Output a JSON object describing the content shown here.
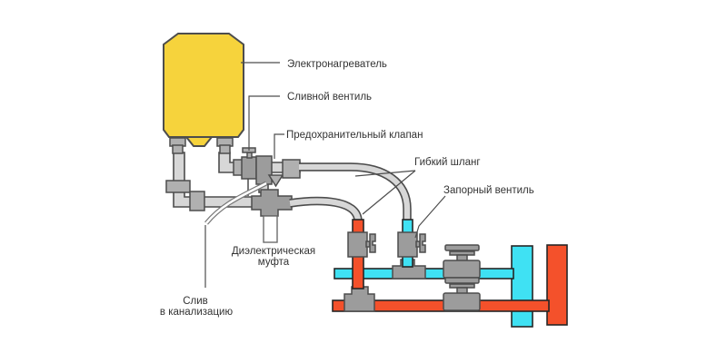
{
  "diagram": {
    "title_labels": {
      "heater": "Электронагреватель",
      "drain_valve": "Сливной вентиль",
      "safety_valve": "Предохранительный клапан",
      "flexible_hose": "Гибкий шланг",
      "shutoff_valve": "Запорный вентиль",
      "dielectric_coupling_line1": "Диэлектрическая",
      "dielectric_coupling_line2": "муфта",
      "sewer_drain_line1": "Слив",
      "sewer_drain_line2": "в канализацию"
    },
    "colors": {
      "tank_yellow": "#F6D33C",
      "hot_pipe_red": "#F4512B",
      "cold_pipe_cyan": "#3FE1F3",
      "metal_pipe_gray": "#D7D7D7",
      "fitting_gray": "#A7A7A7",
      "outline_gray": "#4D4D4D",
      "label_text": "#333333"
    }
  }
}
